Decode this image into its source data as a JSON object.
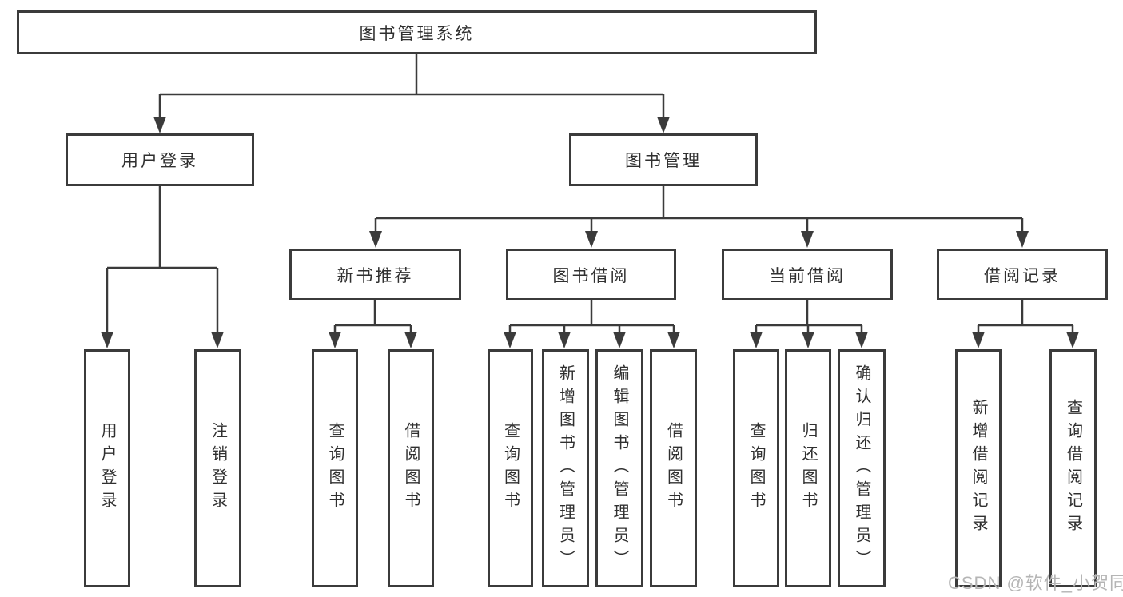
{
  "diagram": {
    "root": "图书管理系统",
    "branches": [
      {
        "label": "用户登录",
        "children": [
          "用户登录",
          "注销登录"
        ]
      },
      {
        "label": "图书管理",
        "sections": [
          {
            "label": "新书推荐",
            "children": [
              "查询图书",
              "借阅图书"
            ]
          },
          {
            "label": "图书借阅",
            "children": [
              "查询图书",
              "新增图书（管理员）",
              "编辑图书（管理员）",
              "借阅图书"
            ]
          },
          {
            "label": "当前借阅",
            "children": [
              "查询图书",
              "归还图书",
              "确认归还（管理员）"
            ]
          },
          {
            "label": "借阅记录",
            "children": [
              "新增借阅记录",
              "查询借阅记录"
            ]
          }
        ]
      }
    ]
  },
  "watermark": "CSDN @软件_小贺同学",
  "colors": {
    "line": "#3b3b3b",
    "text": "#303030",
    "watermark": "#b5b5b5",
    "bg": "#ffffff"
  }
}
